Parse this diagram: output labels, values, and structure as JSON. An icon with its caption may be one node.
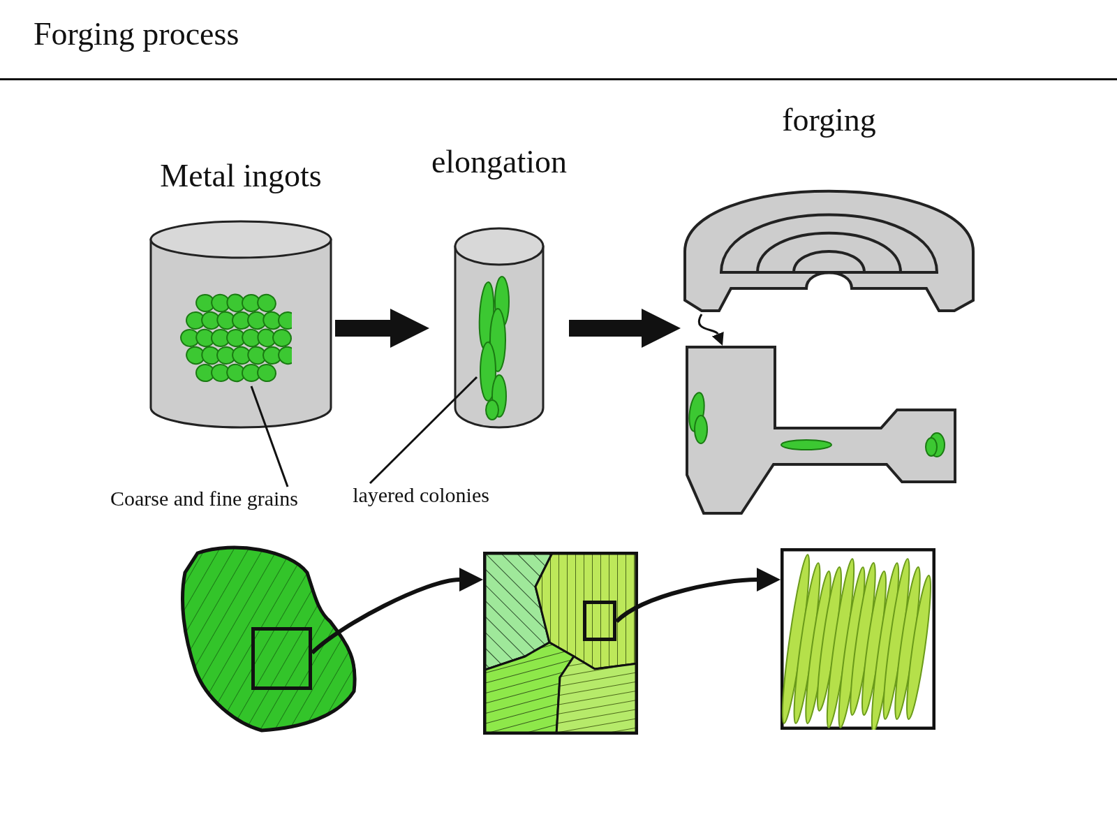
{
  "diagram": {
    "title": "Forging process",
    "nodes": [
      {
        "text": [
          "Metal ingots"
        ]
      },
      {
        "text": [
          "elongation"
        ]
      },
      {
        "text": [
          "forging"
        ]
      },
      {
        "text": [],
        "shape": "picture",
        "in": 2
      },
      {
        "text": [],
        "shape": "picture",
        "in": 2
      },
      {
        "text": [
          "Coarse and fine grains"
        ]
      },
      {
        "text": [],
        "shape": "picture",
        "in": 0
      },
      {
        "text": [
          "layered colonies"
        ]
      },
      {
        "text": [],
        "shape": "picture",
        "in": 1
      },
      {
        "text": [],
        "shape": "picture"
      },
      {
        "text": [],
        "shape": "box",
        "in": 9
      },
      {
        "text": [],
        "shape": "picture"
      },
      {
        "text": [],
        "shape": "box",
        "in": 11
      },
      {
        "text": [],
        "shape": "picture"
      }
    ],
    "edges": [
      {
        "from": 0,
        "to": 1,
        "arrow": "to",
        "style": "thick"
      },
      {
        "from": 1,
        "to": 2,
        "arrow": "to",
        "style": "thick"
      },
      {
        "from": 3,
        "to": 4,
        "arrow": "to"
      },
      {
        "from": 5,
        "to": 6,
        "arrow": "none"
      },
      {
        "from": 7,
        "to": 8,
        "arrow": "none"
      },
      {
        "from": 10,
        "to": 11,
        "arrow": "to"
      },
      {
        "from": 12,
        "to": 13,
        "arrow": "to"
      }
    ]
  }
}
